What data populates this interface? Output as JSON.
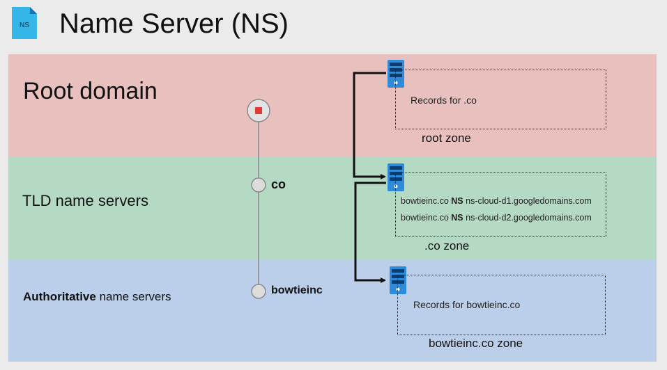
{
  "title": "Name Server (NS)",
  "icon_text": "NS",
  "bands": {
    "root": "Root domain",
    "tld": "TLD name servers",
    "auth_bold": "Authoritative",
    "auth_rest": " name servers"
  },
  "nodes": {
    "co": "co",
    "bowtieinc": "bowtieinc"
  },
  "zones": {
    "root": {
      "record": "Records for .co",
      "label": "root zone"
    },
    "co": {
      "records": [
        {
          "domain": "bowtieinc.co",
          "type": "NS",
          "value": "ns-cloud-d1.googledomains.com"
        },
        {
          "domain": "bowtieinc.co",
          "type": "NS",
          "value": "ns-cloud-d2.googledomains.com"
        }
      ],
      "label": ".co zone"
    },
    "bowtieinc": {
      "record": "Records for bowtieinc.co",
      "label": "bowtieinc.co zone"
    }
  },
  "colors": {
    "root_band": "#e8c0be",
    "tld_band": "#b5dac4",
    "auth_band": "#bccfea",
    "server": "#2f8ad8",
    "root_node": "#e53935"
  }
}
